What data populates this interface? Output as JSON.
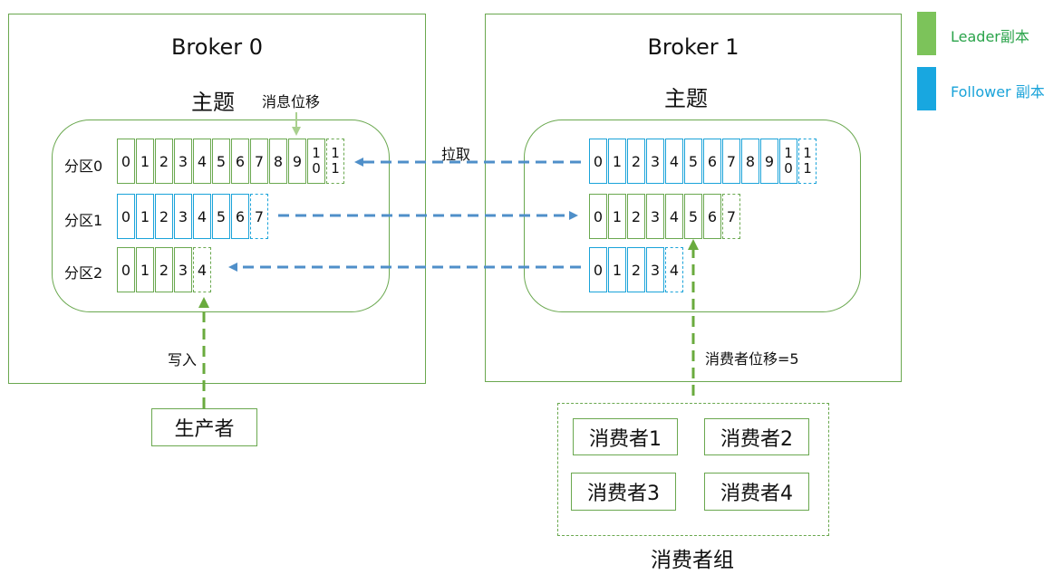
{
  "legend": {
    "leader": {
      "label": "Leader副本",
      "color": "#7cc35a",
      "text_color": "#2aa34a"
    },
    "follower": {
      "label": "Follower 副本",
      "color": "#18a7e0",
      "text_color": "#1aa3d9"
    }
  },
  "brokers": [
    {
      "title": "Broker 0",
      "topic_label": "主题",
      "offset_label": "消息位移",
      "partitions": [
        {
          "label": "分区0",
          "role": "leader",
          "cells": [
            "0",
            "1",
            "2",
            "3",
            "4",
            "5",
            "6",
            "7",
            "8",
            "9",
            "10"
          ],
          "pending": "11"
        },
        {
          "label": "分区1",
          "role": "follower",
          "cells": [
            "0",
            "1",
            "2",
            "3",
            "4",
            "5",
            "6"
          ],
          "pending": "7"
        },
        {
          "label": "分区2",
          "role": "leader",
          "cells": [
            "0",
            "1",
            "2",
            "3"
          ],
          "pending": "4"
        }
      ]
    },
    {
      "title": "Broker 1",
      "topic_label": "主题",
      "partitions": [
        {
          "label": "",
          "role": "follower",
          "cells": [
            "0",
            "1",
            "2",
            "3",
            "4",
            "5",
            "6",
            "7",
            "8",
            "9",
            "10"
          ],
          "pending": "11"
        },
        {
          "label": "",
          "role": "leader",
          "cells": [
            "0",
            "1",
            "2",
            "3",
            "4",
            "5",
            "6"
          ],
          "pending": "7"
        },
        {
          "label": "",
          "role": "follower",
          "cells": [
            "0",
            "1",
            "2",
            "3"
          ],
          "pending": "4"
        }
      ]
    }
  ],
  "labels": {
    "pull": "拉取",
    "write": "写入",
    "consumer_offset": "消费者位移=5"
  },
  "producer": {
    "label": "生产者"
  },
  "consumer_group": {
    "title": "消费者组",
    "consumers": [
      "消费者1",
      "消费者2",
      "消费者3",
      "消费者4"
    ]
  },
  "colors": {
    "leader_border": "#6aa84f",
    "follower_border": "#1aa3d9",
    "arrow_blue": "#4f8fc9",
    "arrow_green": "#6aab3e"
  }
}
